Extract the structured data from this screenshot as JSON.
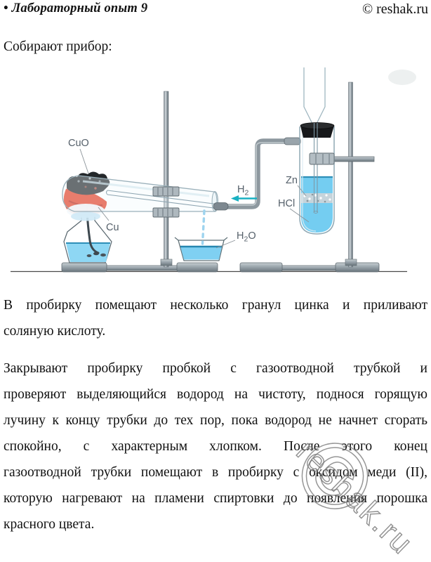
{
  "page": {
    "title_bullet": "• Лабораторный опыт 9",
    "copyright": "© reshak.ru",
    "intro": "Собирают прибор:"
  },
  "paragraphs": {
    "p1_lines": [
      "В пробирку помещают несколько гранул цинка и приливают",
      "соляную кислоту."
    ],
    "p2_lines": [
      "Закрывают пробирку пробкой с газоотводной трубкой и",
      "проверяют выделяющийся водород на чистоту, поднося горящую",
      "лучину к концу трубки до тех пор, пока водород не начнет сгорать",
      "спокойно, с характерным хлопком. После этого конец",
      "газоотводной трубки помещают в пробирку с оксидом меди (II),",
      "которую нагревают на пламени спиртовки до появления порошка",
      "красного цвета."
    ]
  },
  "diagram": {
    "labels": {
      "cuo": "CuO",
      "cu": "Cu",
      "zn": "Zn",
      "hcl": "HCl",
      "h2": {
        "main": "H",
        "sub": "2"
      },
      "h2o": {
        "pre": "H",
        "sub": "2",
        "post": "O"
      }
    },
    "colors": {
      "liquid_blue": "#74cdf1",
      "liquid_surface": "#2e8fb8",
      "flame_red": "#e23318",
      "metal_gray": "#8d989f",
      "arrow_teal": "#18b1c2",
      "label_gray": "#55606a",
      "stopper_black": "#17181a"
    }
  },
  "watermark": {
    "symbol": "©",
    "text": "reshak.ru"
  }
}
